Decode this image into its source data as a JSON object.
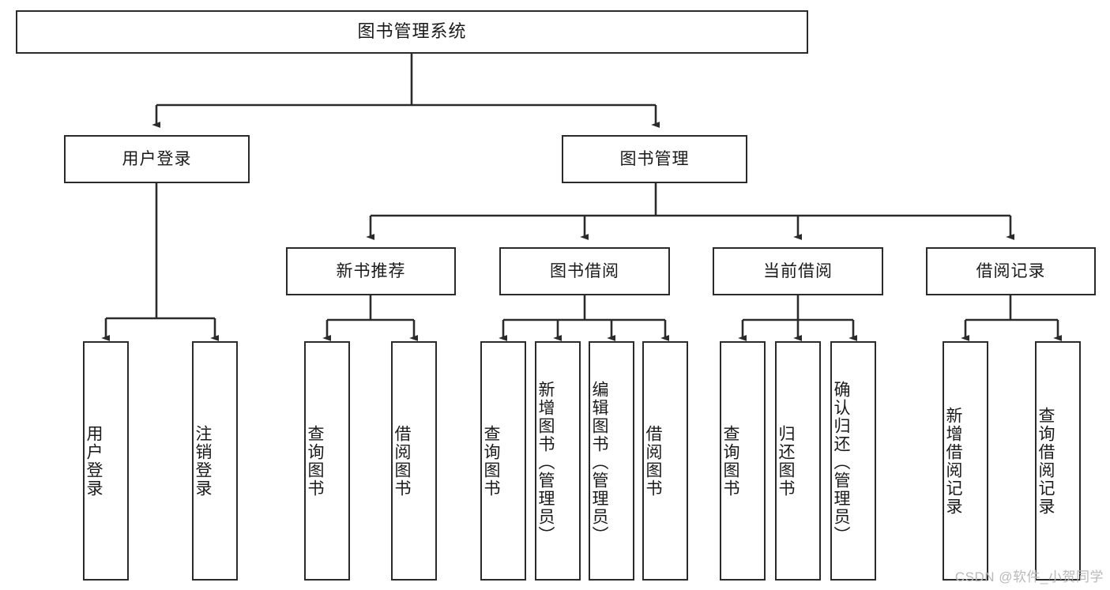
{
  "diagram": {
    "title": "图书管理系统",
    "type": "tree-functional-structure",
    "watermark": "CSDN @软件_小贺同学",
    "colors": {
      "box_border": "#2b2b2b",
      "box_fill": "#ffffff",
      "line": "#2b2b2b",
      "text": "#1a1a1a",
      "watermark": "#b9b9b9",
      "background": "#ffffff"
    },
    "levels": {
      "root": {
        "label": "图书管理系统"
      },
      "level2": [
        {
          "label": "用户登录"
        },
        {
          "label": "图书管理"
        }
      ],
      "level3": [
        {
          "label": "新书推荐"
        },
        {
          "label": "图书借阅"
        },
        {
          "label": "当前借阅"
        },
        {
          "label": "借阅记录"
        }
      ],
      "leaves": {
        "user_login": [
          {
            "label": "用户登录"
          },
          {
            "label": "注销登录"
          }
        ],
        "new_book_recommend": [
          {
            "label": "查询图书"
          },
          {
            "label": "借阅图书"
          }
        ],
        "book_borrow": [
          {
            "label": "查询图书"
          },
          {
            "label": "新增图书（管理员）"
          },
          {
            "label": "编辑图书（管理员）"
          },
          {
            "label": "借阅图书"
          }
        ],
        "current_borrow": [
          {
            "label": "查询图书"
          },
          {
            "label": "归还图书"
          },
          {
            "label": "确认归还（管理员）"
          }
        ],
        "borrow_record": [
          {
            "label": "新增借阅记录"
          },
          {
            "label": "查询借阅记录"
          }
        ]
      }
    }
  }
}
